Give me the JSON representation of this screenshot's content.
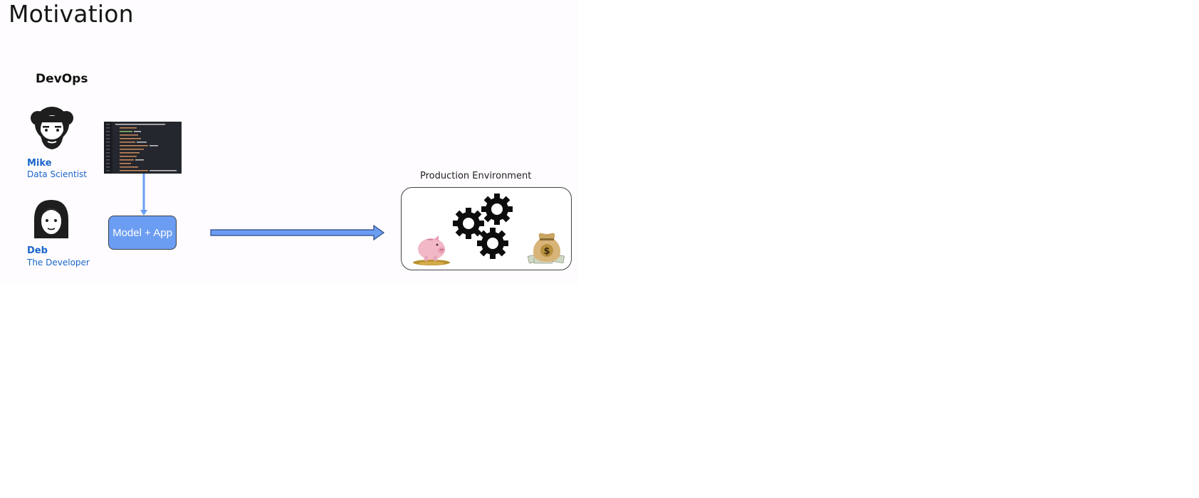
{
  "slide": {
    "title": "Motivation",
    "section_title": "DevOps"
  },
  "people": [
    {
      "name": "Mike",
      "role": "Data Scientist",
      "avatar_icon": "bearded-man-avatar-icon"
    },
    {
      "name": "Deb",
      "role": "The Developer",
      "avatar_icon": "woman-avatar-icon"
    }
  ],
  "diagram": {
    "code_thumbnail_icon": "code-editor-screenshot",
    "model_box_label": "Model + App",
    "environment_label": "Production Environment",
    "environment_icons": [
      "piggy-bank-icon",
      "gears-icon",
      "money-bag-icon"
    ],
    "colors": {
      "name_text": "#1a66c9",
      "model_box_fill": "#6b9df2",
      "arrow_fill": "#6b9df2",
      "arrow_stroke": "#2b4a86"
    }
  }
}
